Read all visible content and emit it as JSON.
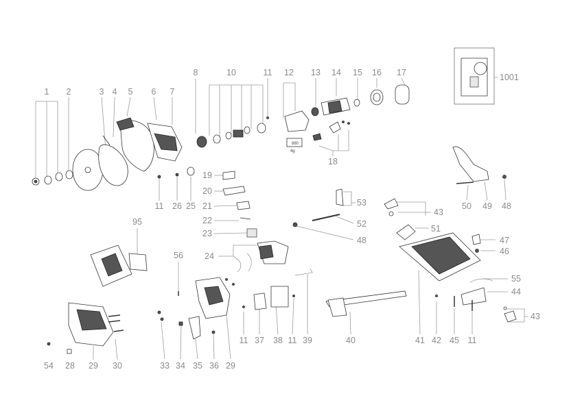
{
  "labels": {
    "l1": "1",
    "l2": "2",
    "l3": "3",
    "l4": "4",
    "l5": "5",
    "l6": "6",
    "l7": "7",
    "l8": "8",
    "l10": "10",
    "l11a": "11",
    "l12": "12",
    "l13": "13",
    "l14": "14",
    "l15": "15",
    "l16": "16",
    "l17": "17",
    "l1001": "1001",
    "l18": "18",
    "l19": "19",
    "l20": "20",
    "l21": "21",
    "l22": "22",
    "l23": "23",
    "l24": "24",
    "l11b": "11",
    "l26": "26",
    "l25": "25",
    "l53": "53",
    "l52": "52",
    "l48a": "48",
    "l43a": "43",
    "l51": "51",
    "l47": "47",
    "l46": "46",
    "l50": "50",
    "l49": "49",
    "l48b": "48",
    "l95": "95",
    "l56": "56",
    "l55": "55",
    "l44": "44",
    "l43b": "43",
    "l54": "54",
    "l28": "28",
    "l29a": "29",
    "l30": "30",
    "l33": "33",
    "l34": "34",
    "l35": "35",
    "l36": "36",
    "l29b": "29",
    "l11c": "11",
    "l37": "37",
    "l38": "38",
    "l11d": "11",
    "l39": "39",
    "l40": "40",
    "l41": "41",
    "l42": "42",
    "l45": "45",
    "l11e": "11"
  },
  "part_tags": {
    "tag_880": "880",
    "tag_4g": "4g"
  }
}
